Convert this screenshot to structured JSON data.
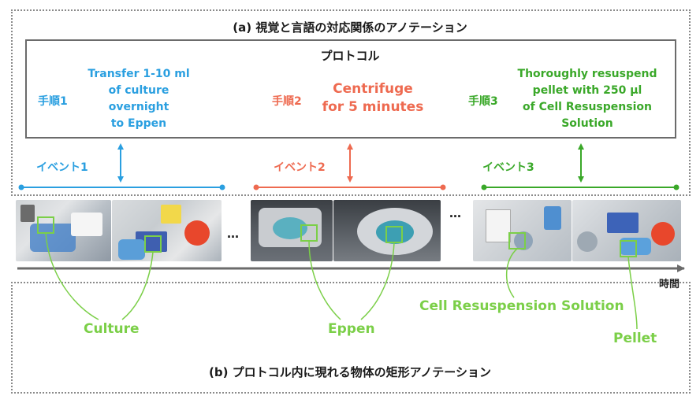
{
  "section_a": {
    "title": "(a) 視覚と言語の対応関係のアノテーション"
  },
  "section_b": {
    "title": "(b) プロトコル内に現れる物体の矩形アノテーション"
  },
  "protocol": {
    "title": "プロトコル",
    "steps": [
      {
        "label": "手順1",
        "text_lines": [
          "Transfer 1-10 ml",
          "of culture",
          "overnight",
          "to Eppen"
        ],
        "color": "#2a9fe0"
      },
      {
        "label": "手順2",
        "text_lines": [
          "Centrifuge",
          "for 5 minutes"
        ],
        "color": "#ee6a50"
      },
      {
        "label": "手順3",
        "text_lines": [
          "Thoroughly resuspend",
          "pellet with 250 µl",
          "of Cell Resuspension",
          "Solution"
        ],
        "color": "#3aa829"
      }
    ]
  },
  "events": [
    {
      "label": "イベント1",
      "color": "#2a9fe0"
    },
    {
      "label": "イベント2",
      "color": "#ee6a50"
    },
    {
      "label": "イベント3",
      "color": "#3aa829"
    }
  ],
  "ellipsis": "…",
  "timeline": {
    "label": "時間"
  },
  "objects": [
    {
      "name": "Culture"
    },
    {
      "name": "Eppen"
    },
    {
      "name": "Cell Resuspension Solution"
    },
    {
      "name": "Pellet"
    }
  ],
  "colors": {
    "bbox": "#7bcf48",
    "arrow": "#6b6b6b",
    "border": "#8a8a8a"
  }
}
